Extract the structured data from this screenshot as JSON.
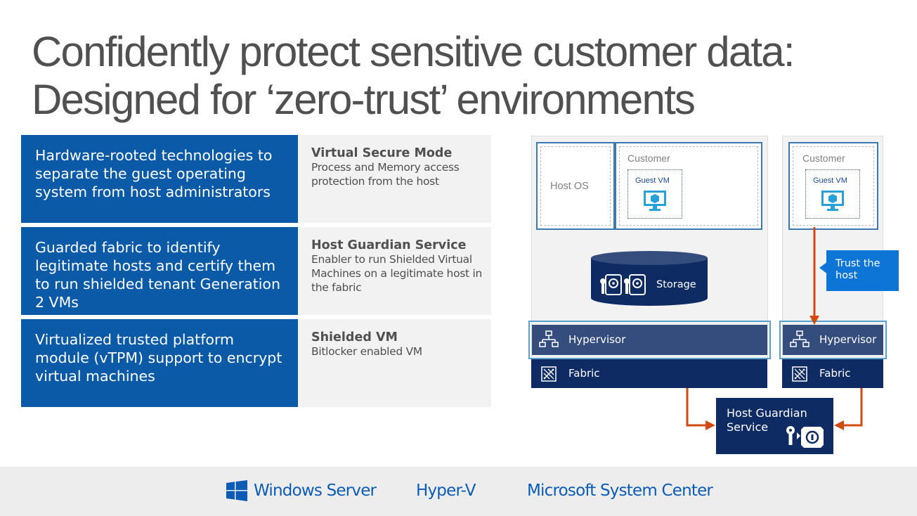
{
  "title": {
    "line1": "Confidently protect sensitive customer data:",
    "line2": "Designed for ‘zero-trust’ environments"
  },
  "rows": [
    {
      "left": "Hardware-rooted technologies to separate the guest operating system from host administrators",
      "heading": "Virtual Secure Mode",
      "detail": "Process and Memory access protection from the host"
    },
    {
      "left": "Guarded fabric to identify legitimate hosts and certify them to run shielded tenant Generation 2 VMs",
      "heading": "Host Guardian Service",
      "detail": "Enabler to run Shielded Virtual Machines on a legitimate host in the fabric"
    },
    {
      "left": "Virtualized trusted platform module (vTPM) support to encrypt virtual machines",
      "heading": "Shielded VM",
      "detail": "Bitlocker enabled VM"
    }
  ],
  "diagram": {
    "host_os": "Host OS",
    "customer": "Customer",
    "guest_vm": "Guest VM",
    "storage": "Storage",
    "hypervisor": "Hypervisor",
    "fabric": "Fabric",
    "trust": "Trust the host",
    "hgs": "Host Guardian Service",
    "colors": {
      "hypervisor": "#344d7d",
      "fabric": "#0f2b63",
      "trust": "#0c75d6",
      "arrow": "#d14b10",
      "left_panel": "#0a5aa8"
    }
  },
  "footer": {
    "windows_server": "Windows Server",
    "hyperv": "Hyper-V",
    "system_center": "Microsoft System Center"
  }
}
